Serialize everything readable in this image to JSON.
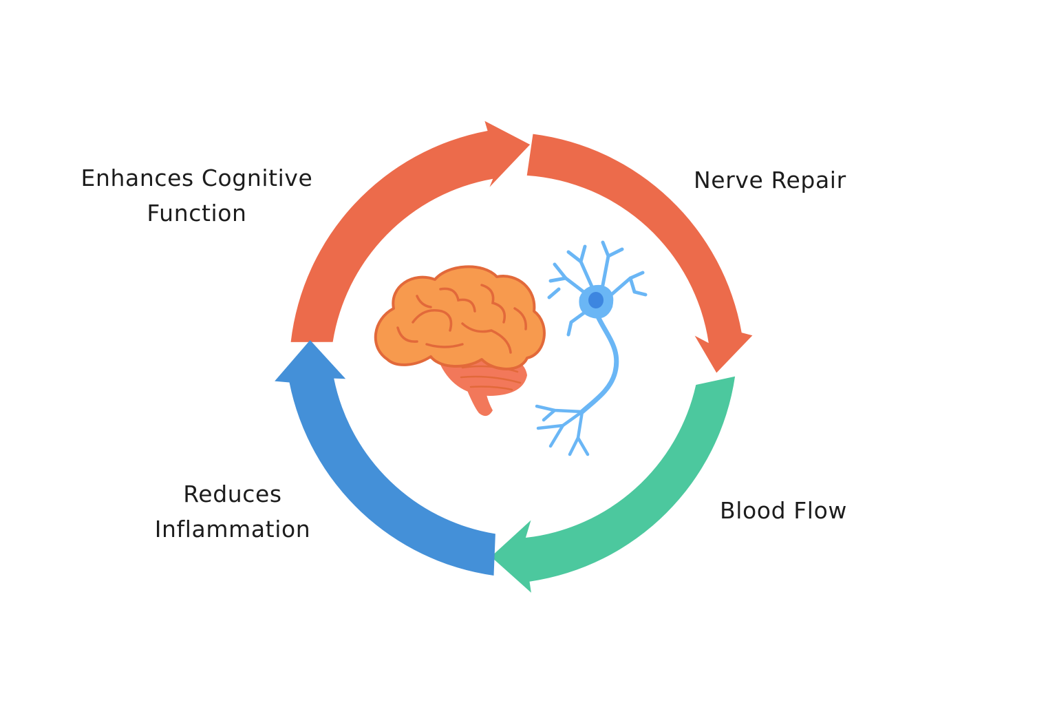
{
  "diagram": {
    "type": "cycle",
    "stages": [
      {
        "id": "cognitive",
        "lines": [
          "Enhances Cognitive",
          "Function"
        ],
        "color": "#ec6b4b"
      },
      {
        "id": "nerve",
        "lines": [
          "Nerve Repair"
        ],
        "color": "#ec6b4b"
      },
      {
        "id": "blood",
        "lines": [
          "Blood Flow"
        ],
        "color": "#4cc89e"
      },
      {
        "id": "inflammation",
        "lines": [
          "Reduces",
          "Inflammation"
        ],
        "color": "#4490d8"
      }
    ],
    "center_icons": [
      "brain-icon",
      "neuron-icon"
    ]
  },
  "colors": {
    "orange_arrow": "#ec6b4b",
    "green_arrow": "#4cc89e",
    "blue_arrow": "#4490d8",
    "brain_main": "#f79a4e",
    "brain_outline": "#e2693a",
    "brain_cerebellum": "#f2785a",
    "neuron": "#6ab6f5",
    "neuron_nucleus": "#3d86e0",
    "text": "#1c1c1c",
    "background": "#ffffff"
  }
}
